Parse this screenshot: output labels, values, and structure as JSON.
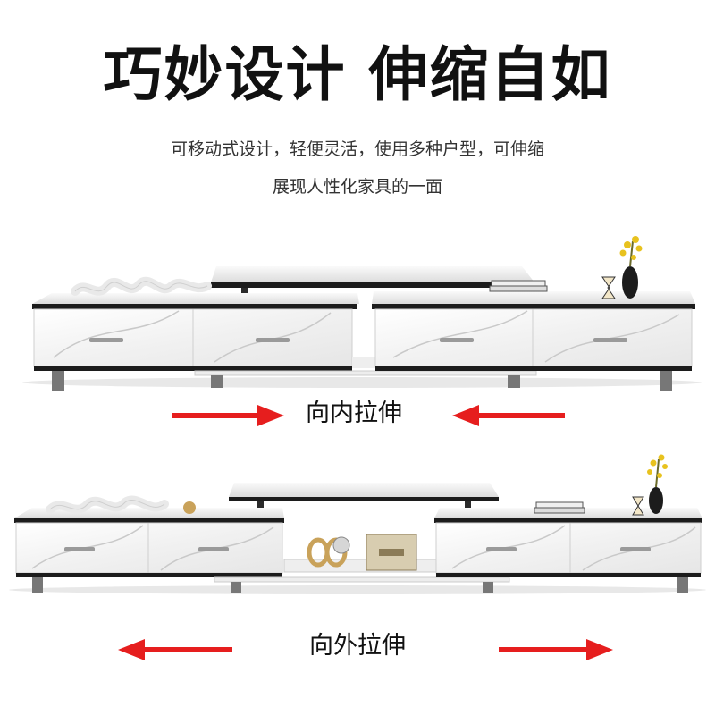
{
  "header": {
    "title": "巧妙设计 伸缩自如",
    "subtitle_line1": "可移动式设计，轻便灵活，使用多种户型，可伸缩",
    "subtitle_line2": "展现人性化家具的一面"
  },
  "colors": {
    "arrow": "#e61e1e",
    "marble": "#f4f4f4",
    "trim": "#1c1c1c",
    "text": "#111111"
  },
  "scenes": [
    {
      "state": "retracted",
      "label": "向内拉伸",
      "arrows": [
        "arrow-right",
        "arrow-left"
      ]
    },
    {
      "state": "extended",
      "label": "向外拉伸",
      "arrows": [
        "arrow-left",
        "arrow-right"
      ]
    }
  ]
}
